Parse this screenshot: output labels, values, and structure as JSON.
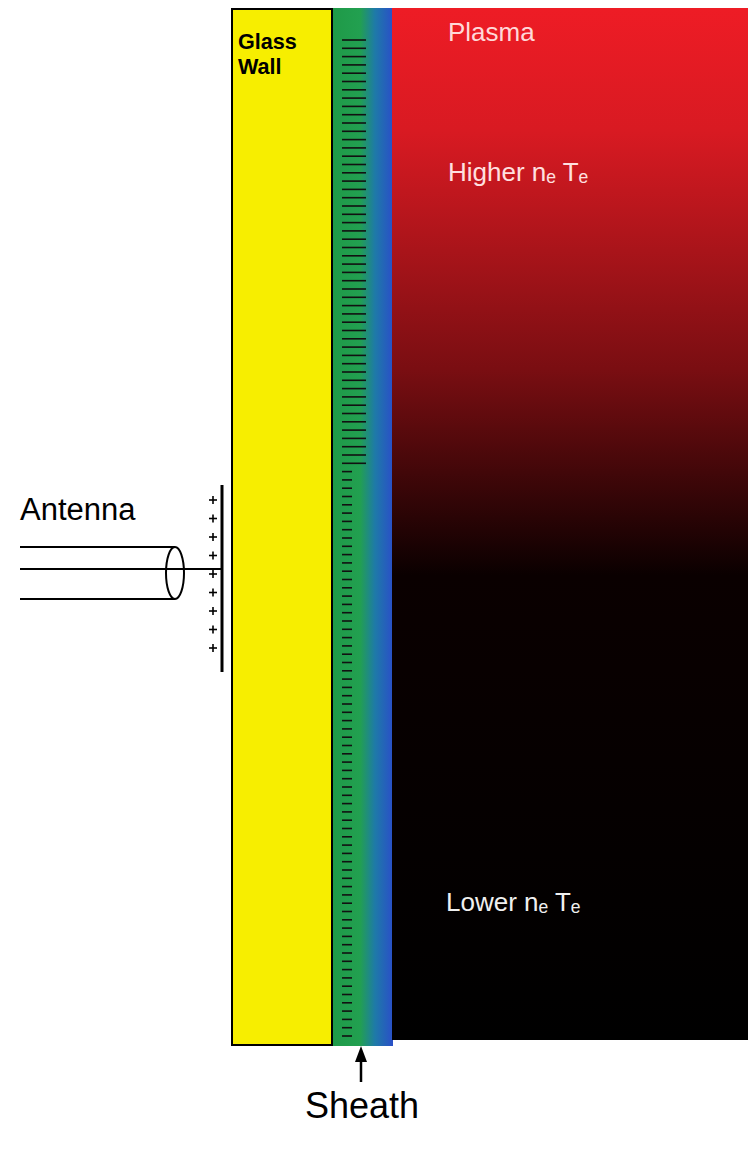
{
  "diagram": {
    "nodes": [
      {
        "text": [
          "Glass Wall"
        ]
      },
      {
        "text": [
          "Plasma",
          "Higher nₑ Tₑ",
          "Lower nₑ Tₑ"
        ]
      }
    ],
    "labels": [
      "Antenna",
      "Sheath"
    ]
  }
}
